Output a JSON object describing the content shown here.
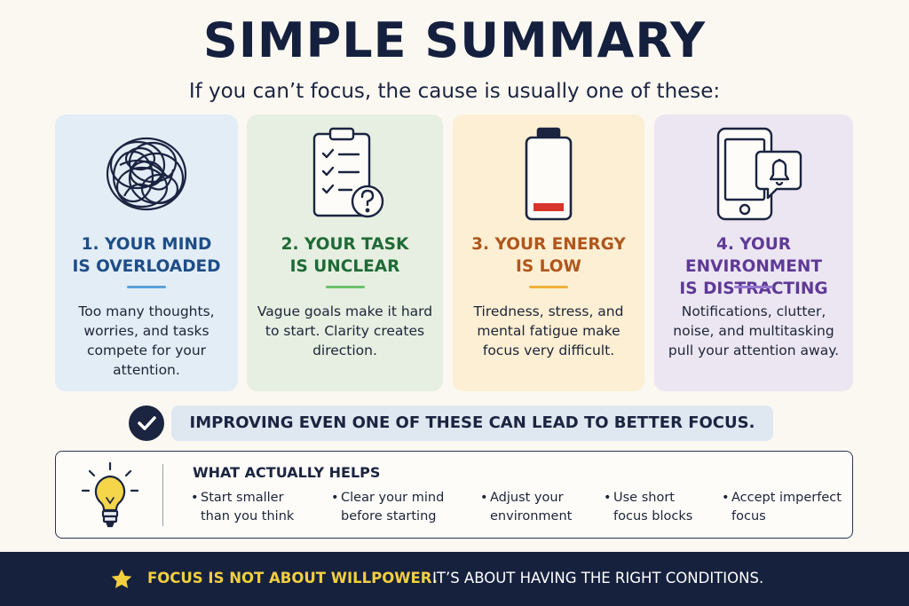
{
  "title": "SIMPLE SUMMARY",
  "subtitle": "If you can’t focus, the cause is usually one of these:",
  "cards": [
    {
      "title_1": "1. YOUR MIND",
      "title_2": "IS OVERLOADED",
      "desc": "Too many thoughts, worries, and tasks compete for your attention.",
      "icon": "tangled-scribble-icon",
      "color": "#1e4d87"
    },
    {
      "title_1": "2. YOUR TASK",
      "title_2": "IS UNCLEAR",
      "desc": "Vague goals make it hard to start. Clarity creates direction.",
      "icon": "clipboard-question-icon",
      "color": "#1f6a36"
    },
    {
      "title_1": "3. YOUR ENERGY",
      "title_2": "IS LOW",
      "desc": "Tiredness, stress, and mental fatigue make focus very difficult.",
      "icon": "low-battery-icon",
      "color": "#b0561c"
    },
    {
      "title_1": "4. YOUR ENVIRONMENT",
      "title_2": "IS DISTRACTING",
      "desc": "Notifications, clutter, noise, and multitasking pull your attention away.",
      "icon": "phone-notification-icon",
      "color": "#5e3a96"
    }
  ],
  "banner": "IMPROVING EVEN ONE OF THESE CAN LEAD TO BETTER FOCUS.",
  "helps": {
    "title": "WHAT ACTUALLY HELPS",
    "icon": "lightbulb-icon",
    "tips": [
      {
        "line1": "Start smaller",
        "line2": "than you think"
      },
      {
        "line1": "Clear your mind",
        "line2": "before starting"
      },
      {
        "line1": "Adjust your",
        "line2": "environment"
      },
      {
        "line1": "Use short",
        "line2": "focus blocks"
      },
      {
        "line1": "Accept imperfect",
        "line2": "focus"
      }
    ]
  },
  "footer": {
    "highlight": "FOCUS IS NOT ABOUT WILLPOWER.",
    "rest": "IT’S ABOUT HAVING THE RIGHT CONDITIONS.",
    "icon": "star-icon",
    "highlight_color": "#f3cf3e"
  }
}
